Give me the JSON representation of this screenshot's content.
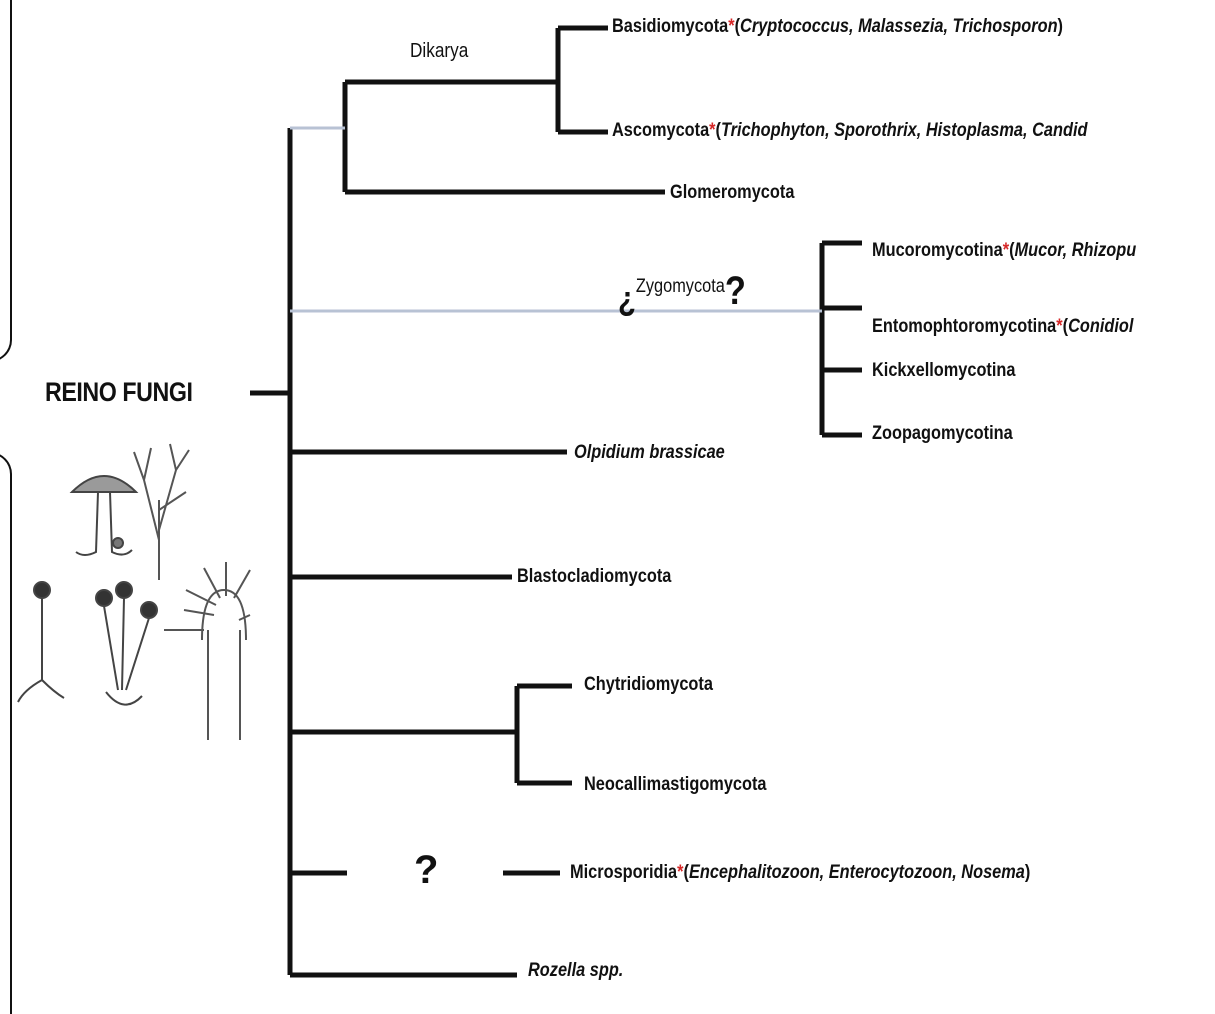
{
  "root": {
    "label": "REINO FUNGI"
  },
  "clades": {
    "dikarya": "Dikarya",
    "zygomycota": {
      "open_q": "¿",
      "name": "Zygomycota",
      "close_q": "?"
    },
    "microsporidia_uncertain": "?"
  },
  "taxa": [
    {
      "name": "Basidiomycota",
      "asterisk": "*",
      "open": "(",
      "examples": "Cryptococcus, Malassezia, Trichosporon",
      "close": ")"
    },
    {
      "name": "Ascomycota",
      "asterisk": "*",
      "open": "(",
      "examples": "Trichophyton, Sporothrix, Histoplasma, Candid",
      "close": ""
    },
    {
      "name": "Glomeromycota",
      "asterisk": "",
      "open": "",
      "examples": "",
      "close": ""
    },
    {
      "name": "Mucoromycotina",
      "asterisk": "*",
      "open": "(",
      "examples": "Mucor, Rhizopu",
      "close": ""
    },
    {
      "name": "Entomophtoromycotina",
      "asterisk": "*",
      "open": "(",
      "examples": "Conidiol",
      "close": ""
    },
    {
      "name": "Kickxellomycotina",
      "asterisk": "",
      "open": "",
      "examples": "",
      "close": ""
    },
    {
      "name": "Zoopagomycotina",
      "asterisk": "",
      "open": "",
      "examples": "",
      "close": ""
    },
    {
      "name": "Olpidium brassicae",
      "asterisk": "",
      "open": "",
      "examples": "",
      "close": "",
      "italic": true
    },
    {
      "name": "Blastocladiomycota",
      "asterisk": "",
      "open": "",
      "examples": "",
      "close": ""
    },
    {
      "name": "Chytridiomycota",
      "asterisk": "",
      "open": "",
      "examples": "",
      "close": ""
    },
    {
      "name": "Neocallimastigomycota",
      "asterisk": "",
      "open": "",
      "examples": "",
      "close": ""
    },
    {
      "name": "Microsporidia",
      "asterisk": "*",
      "open": "(",
      "examples": "Encephalitozoon, Enterocytozoon, Nosema",
      "close": ")"
    },
    {
      "name": "Rozella spp.",
      "asterisk": "",
      "open": "",
      "examples": "",
      "close": "",
      "italic": true
    }
  ],
  "colors": {
    "line": "#111111",
    "uncertain_branch": "#b8c2d4",
    "asterisk": "#d62828",
    "background": "#ffffff"
  }
}
